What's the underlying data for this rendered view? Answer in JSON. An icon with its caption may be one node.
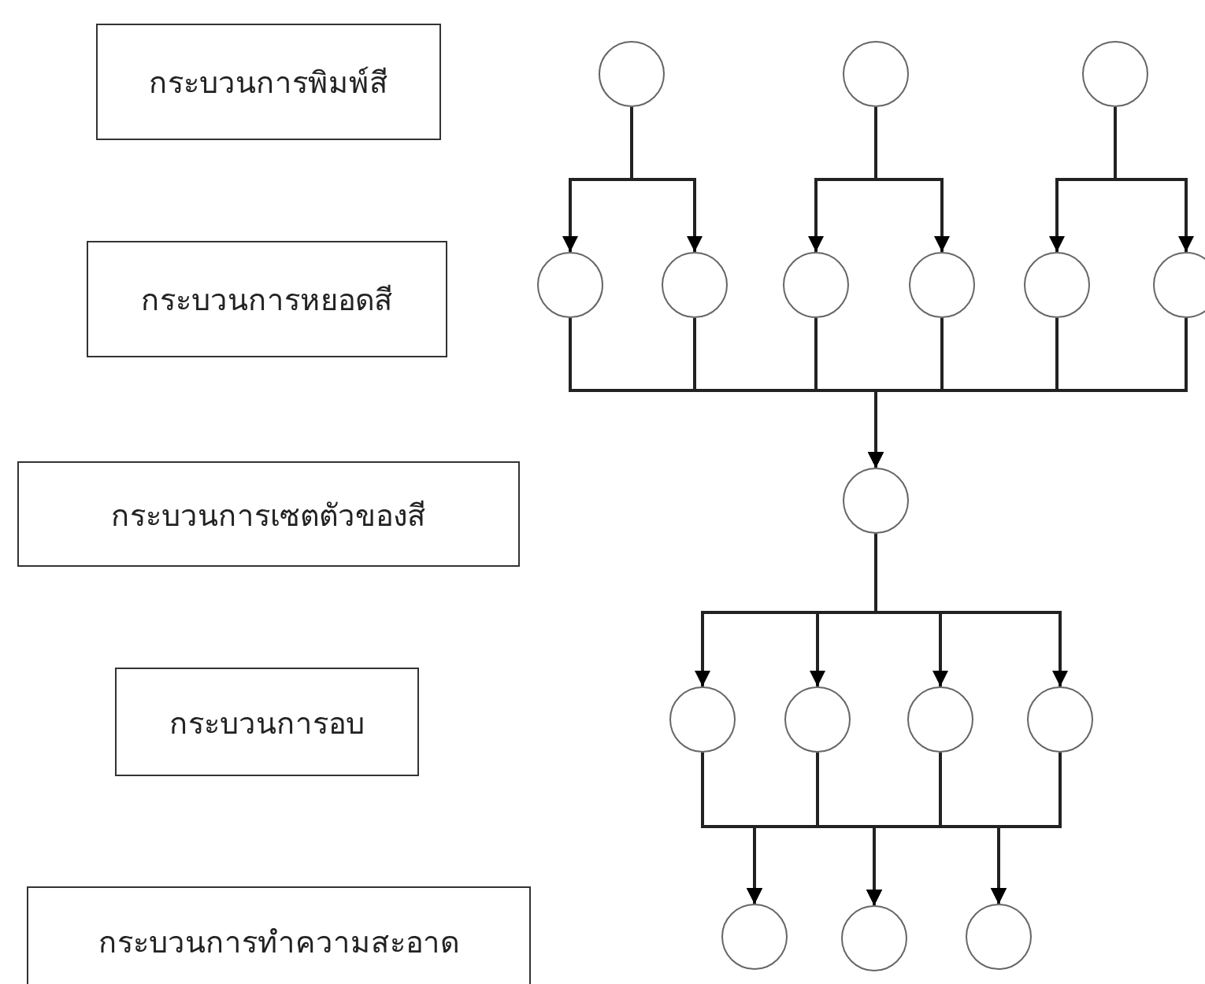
{
  "diagram": {
    "nodes": [
      {
        "text": [
          "กระบวนการพิมพ์สี"
        ]
      },
      {
        "text": [
          "กระบวนการหยอดสี"
        ]
      },
      {
        "text": [
          "กระบวนการเซตตัวของสี"
        ]
      },
      {
        "text": [
          "กระบวนการอบ"
        ]
      },
      {
        "text": [
          "กระบวนการทำความสะอาด"
        ]
      },
      {
        "text": [],
        "shape": "circle"
      },
      {
        "text": [],
        "shape": "circle"
      },
      {
        "text": [],
        "shape": "circle"
      },
      {
        "text": [],
        "shape": "circle"
      },
      {
        "text": [],
        "shape": "circle"
      },
      {
        "text": [],
        "shape": "circle"
      },
      {
        "text": [],
        "shape": "circle"
      },
      {
        "text": [],
        "shape": "circle"
      },
      {
        "text": [],
        "shape": "circle"
      },
      {
        "text": [],
        "shape": "circle"
      },
      {
        "text": [],
        "shape": "circle"
      },
      {
        "text": [],
        "shape": "circle"
      },
      {
        "text": [],
        "shape": "circle"
      },
      {
        "text": [],
        "shape": "circle"
      },
      {
        "text": [],
        "shape": "circle"
      },
      {
        "text": [],
        "shape": "circle"
      },
      {
        "text": [],
        "shape": "circle"
      }
    ],
    "edges": [
      {
        "from": 5,
        "to": 8,
        "arrow": "to"
      },
      {
        "from": 5,
        "to": 9,
        "arrow": "to"
      },
      {
        "from": 6,
        "to": 10,
        "arrow": "to"
      },
      {
        "from": 6,
        "to": 11,
        "arrow": "to"
      },
      {
        "from": 7,
        "to": 12,
        "arrow": "to"
      },
      {
        "from": 7,
        "to": 13,
        "arrow": "to"
      },
      {
        "from": 8,
        "to": 14,
        "arrow": "to"
      },
      {
        "from": 9,
        "to": 14,
        "arrow": "to"
      },
      {
        "from": 10,
        "to": 14,
        "arrow": "to"
      },
      {
        "from": 11,
        "to": 14,
        "arrow": "to"
      },
      {
        "from": 12,
        "to": 14,
        "arrow": "to"
      },
      {
        "from": 13,
        "to": 14,
        "arrow": "to"
      },
      {
        "from": 14,
        "to": 15,
        "arrow": "to"
      },
      {
        "from": 14,
        "to": 16,
        "arrow": "to"
      },
      {
        "from": 14,
        "to": 17,
        "arrow": "to"
      },
      {
        "from": 14,
        "to": 18,
        "arrow": "to"
      },
      {
        "from": 15,
        "to": 19,
        "arrow": "to"
      },
      {
        "from": 15,
        "to": 20,
        "arrow": "to"
      },
      {
        "from": 15,
        "to": 21,
        "arrow": "to"
      },
      {
        "from": 16,
        "to": 19,
        "arrow": "to"
      },
      {
        "from": 16,
        "to": 20,
        "arrow": "to"
      },
      {
        "from": 16,
        "to": 21,
        "arrow": "to"
      },
      {
        "from": 17,
        "to": 19,
        "arrow": "to"
      },
      {
        "from": 17,
        "to": 20,
        "arrow": "to"
      },
      {
        "from": 17,
        "to": 21,
        "arrow": "to"
      },
      {
        "from": 18,
        "to": 19,
        "arrow": "to"
      },
      {
        "from": 18,
        "to": 20,
        "arrow": "to"
      },
      {
        "from": 18,
        "to": 21,
        "arrow": "to"
      }
    ]
  }
}
